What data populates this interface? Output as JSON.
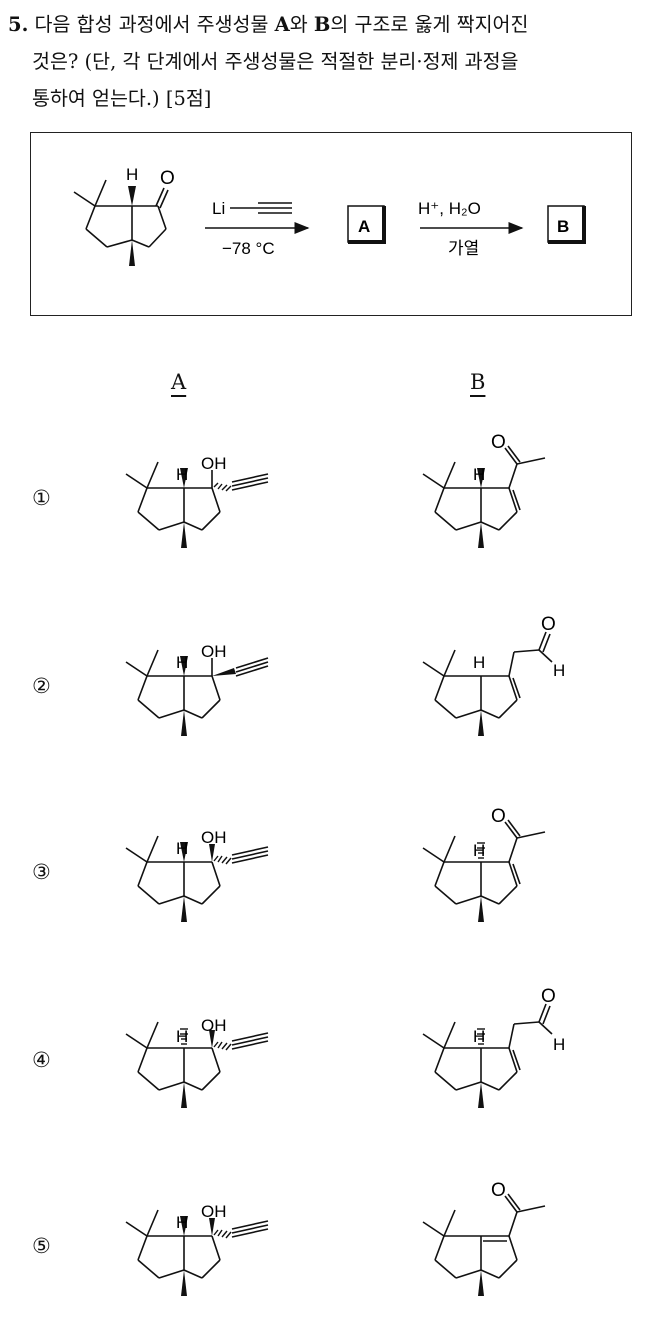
{
  "question": {
    "number": "5.",
    "line1_pre": " 다음 합성 과정에서 주생성물 ",
    "product_a": "A",
    "line1_mid": "와 ",
    "product_b": "B",
    "line1_post": "의 구조로 옳게 짝지어진",
    "line2": "것은? (단, 각 단계에서 주생성물은 적절한 분리·정제 과정을",
    "line3": "통하여 얻는다.) [5점]"
  },
  "scheme": {
    "step1_reagent": "Li",
    "step1_condition": "−78 °C",
    "box_a": "A",
    "step2_reagent": "H⁺, H₂O",
    "step2_condition": "가열",
    "box_b": "B",
    "ketone_o": "O",
    "h_label": "H"
  },
  "columns": {
    "a_header": "A",
    "b_header": "B"
  },
  "choices": [
    {
      "label": "①"
    },
    {
      "label": "②"
    },
    {
      "label": "③"
    },
    {
      "label": "④"
    },
    {
      "label": "⑤"
    }
  ],
  "atoms": {
    "oh": "OH",
    "o": "O",
    "h": "H"
  }
}
